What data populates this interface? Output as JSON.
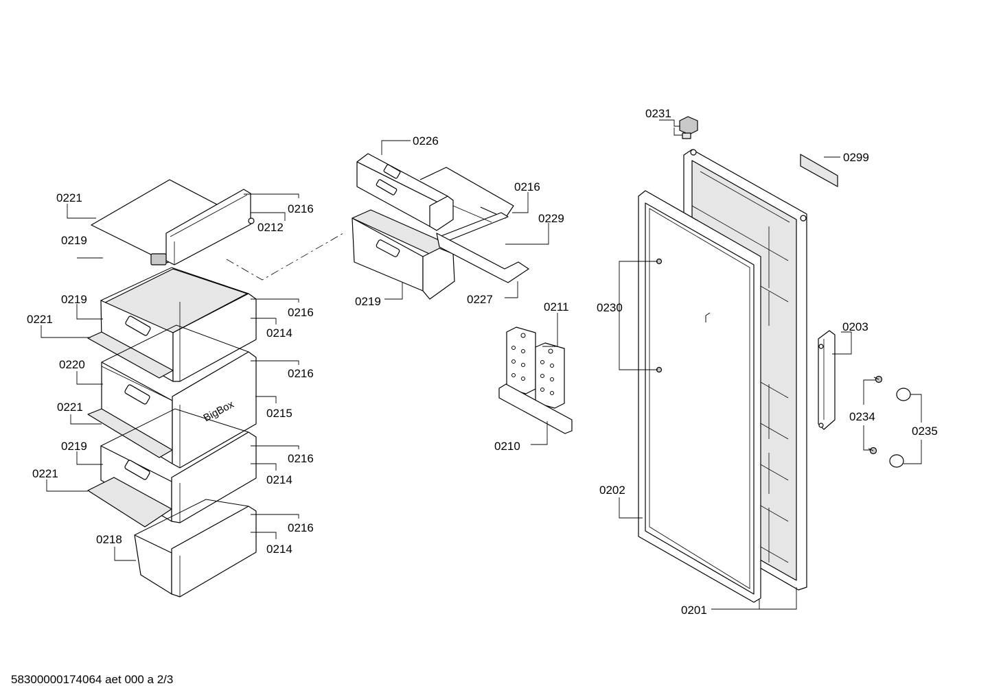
{
  "diagram": {
    "document_id": "58300000174064 aet 000 a 2/3",
    "brand_text": "BigBox",
    "callouts": {
      "c0221_a": "0221",
      "c0219_a": "0219",
      "c0216_a": "0216",
      "c0212": "0212",
      "c0219_b": "0219",
      "c0221_b": "0221",
      "c0216_b": "0216",
      "c0214_a": "0214",
      "c0220": "0220",
      "c0216_c": "0216",
      "c0215": "0215",
      "c0221_c": "0221",
      "c0219_c": "0219",
      "c0216_d": "0216",
      "c0214_b": "0214",
      "c0221_d": "0221",
      "c0218": "0218",
      "c0216_e": "0216",
      "c0214_c": "0214",
      "c0226": "0226",
      "c0216_f": "0216",
      "c0229": "0229",
      "c0219_d": "0219",
      "c0227": "0227",
      "c0211": "0211",
      "c0210": "0210",
      "c0231": "0231",
      "c0299": "0299",
      "c0230": "0230",
      "c0203": "0203",
      "c0234": "0234",
      "c0235": "0235",
      "c0202": "0202",
      "c0201": "0201"
    }
  }
}
